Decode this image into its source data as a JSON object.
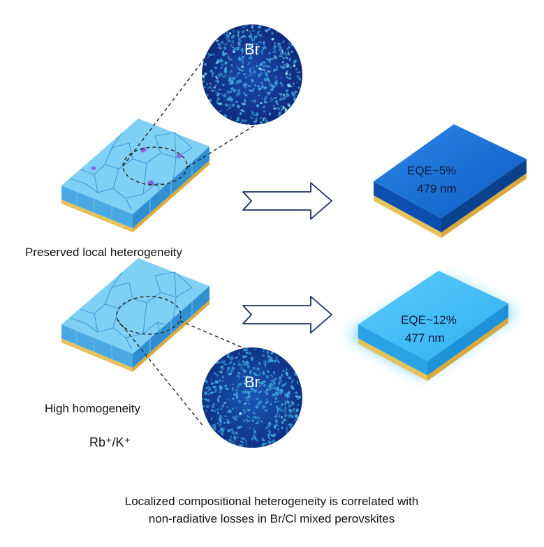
{
  "top_panel": {
    "label": "Preserved local heterogeneity",
    "map_label": "Br",
    "result_eqe": "EQE~5%",
    "result_wavelength": "479 nm",
    "result_color": "#1a6fd6"
  },
  "bottom_panel": {
    "label": "High homogeneity",
    "additive": "Rb⁺/K⁺",
    "map_label": "Br",
    "result_eqe": "EQE~12%",
    "result_wavelength": "477 nm",
    "result_color": "#38b6f4"
  },
  "caption": {
    "line1": "Localized compositional heterogeneity is correlated with",
    "line2": "non-radiative losses in Br/Cl mixed perovskites"
  },
  "colors": {
    "film_top": "#7ed0f5",
    "film_side": "#3aa0dd",
    "substrate": "#e7c25a",
    "grain_line": "#2f8fd0",
    "defect": "#8a5ae0",
    "map_bg": "#0f2c8a",
    "map_speckle": "#4fd3e8"
  },
  "icons": [
    "hollow-arrow-right-icon",
    "hollow-arrow-right-icon"
  ]
}
